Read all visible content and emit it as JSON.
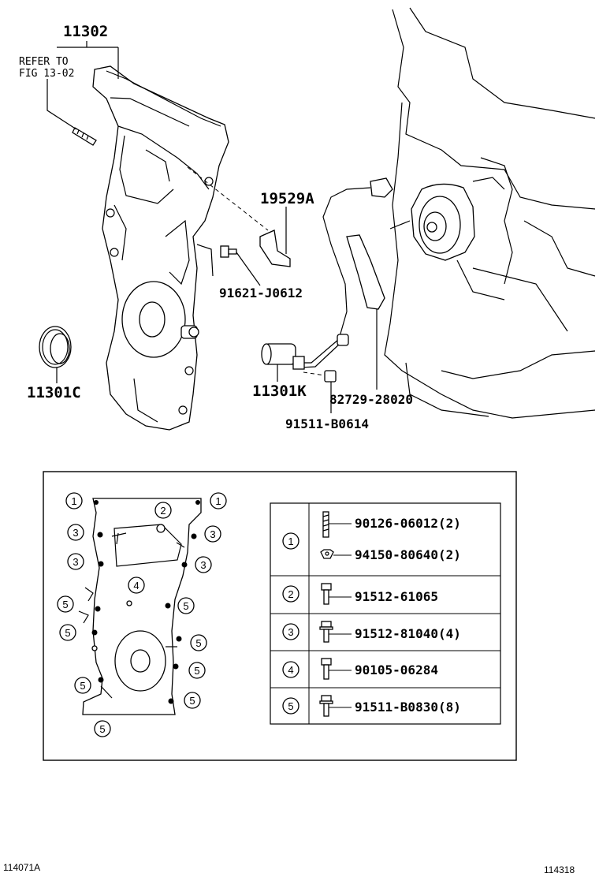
{
  "callouts": {
    "cover": "11302",
    "refer_line1": "REFER TO",
    "refer_line2": "FIG 13-02",
    "bracket": "19529A",
    "bolt_bracket": "91621-J0612",
    "seal": "11301C",
    "sensor": "11301K",
    "clamp": "82729-28020",
    "bolt_sensor": "91511-B0614"
  },
  "bolt_map": {
    "markers": [
      "1",
      "1",
      "2",
      "3",
      "3",
      "3",
      "3",
      "4",
      "5",
      "5",
      "5",
      "5",
      "5",
      "5",
      "5",
      "5"
    ]
  },
  "parts_table": {
    "rows": [
      {
        "ref": "1",
        "items": [
          "90126-06012(2)",
          "94150-80640(2)"
        ]
      },
      {
        "ref": "2",
        "items": [
          "91512-61065"
        ]
      },
      {
        "ref": "3",
        "items": [
          "91512-81040(4)"
        ]
      },
      {
        "ref": "4",
        "items": [
          "90105-06284"
        ]
      },
      {
        "ref": "5",
        "items": [
          "91511-B0830(8)"
        ]
      }
    ]
  },
  "footer": {
    "left": "114071A",
    "right": "114318"
  }
}
